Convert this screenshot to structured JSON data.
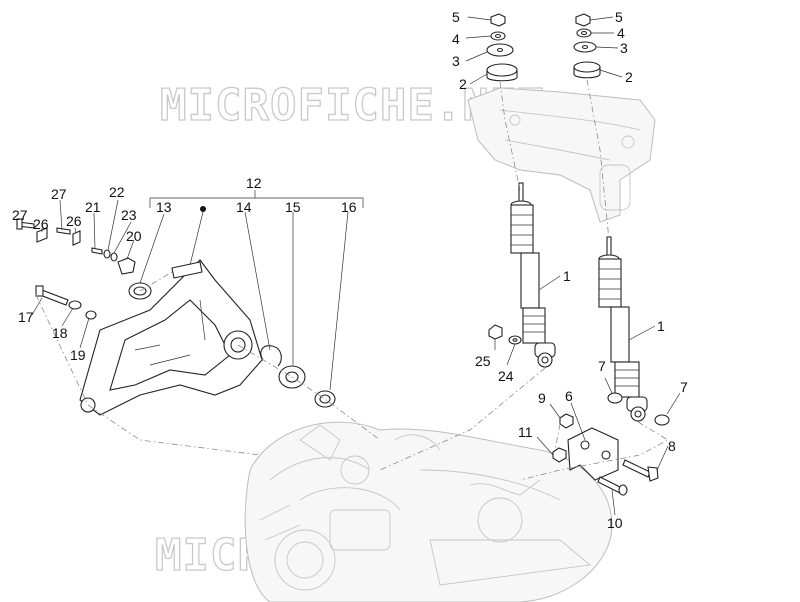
{
  "watermark": "MICROFICHE.NET",
  "group_label": "12",
  "callouts": [
    {
      "id": "c5a",
      "text": "5"
    },
    {
      "id": "c4a",
      "text": "4"
    },
    {
      "id": "c3a",
      "text": "3"
    },
    {
      "id": "c2a",
      "text": "2"
    },
    {
      "id": "c5b",
      "text": "5"
    },
    {
      "id": "c4b",
      "text": "4"
    },
    {
      "id": "c3b",
      "text": "3"
    },
    {
      "id": "c2b",
      "text": "2"
    },
    {
      "id": "c1a",
      "text": "1"
    },
    {
      "id": "c1b",
      "text": "1"
    },
    {
      "id": "c25",
      "text": "25"
    },
    {
      "id": "c24",
      "text": "24"
    },
    {
      "id": "c7a",
      "text": "7"
    },
    {
      "id": "c7b",
      "text": "7"
    },
    {
      "id": "c9",
      "text": "9"
    },
    {
      "id": "c6",
      "text": "6"
    },
    {
      "id": "c11",
      "text": "11"
    },
    {
      "id": "c8",
      "text": "8"
    },
    {
      "id": "c10",
      "text": "10"
    },
    {
      "id": "c13",
      "text": "13"
    },
    {
      "id": "c14",
      "text": "14"
    },
    {
      "id": "c15",
      "text": "15"
    },
    {
      "id": "c16",
      "text": "16"
    },
    {
      "id": "c27a",
      "text": "27"
    },
    {
      "id": "c27b",
      "text": "27"
    },
    {
      "id": "c26a",
      "text": "26"
    },
    {
      "id": "c26b",
      "text": "26"
    },
    {
      "id": "c22",
      "text": "22"
    },
    {
      "id": "c21",
      "text": "21"
    },
    {
      "id": "c23",
      "text": "23"
    },
    {
      "id": "c20",
      "text": "20"
    },
    {
      "id": "c17",
      "text": "17"
    },
    {
      "id": "c18",
      "text": "18"
    },
    {
      "id": "c19",
      "text": "19"
    }
  ]
}
